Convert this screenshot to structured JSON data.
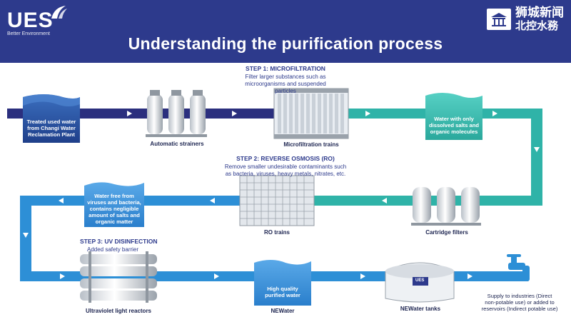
{
  "header": {
    "logo_text": "UES",
    "logo_tagline": "Better Environment",
    "partner_logo_line1": "狮城新闻",
    "partner_logo_line2": "北控水務",
    "title": "Understanding the purification process"
  },
  "steps": {
    "step1_title": "STEP 1: MICROFILTRATION",
    "step1_desc_line1": "Filter larger substances such as",
    "step1_desc_line2": "microorganisms and suspended particles",
    "step2_title": "STEP 2: REVERSE OSMOSIS (RO)",
    "step2_desc_line1": "Remove smaller undesirable contaminants such",
    "step2_desc_line2": "as bacteria, viruses, heavy metals, nitrates, etc.",
    "step3_title": "STEP 3: UV DISINFECTION",
    "step3_desc": "Added safety barrier"
  },
  "water_tanks": {
    "used_water_line1": "Treated used water",
    "used_water_line2": "from Changi Water",
    "used_water_line3": "Reclamation Plant",
    "salts_line1": "Water with only",
    "salts_line2": "dissolved salts and",
    "salts_line3": "organic molecules",
    "ro_out_line1": "Water free from",
    "ro_out_line2": "viruses and bacteria,",
    "ro_out_line3": "contains negligible",
    "ro_out_line4": "amount of salts and",
    "ro_out_line5": "organic matter",
    "newater_line1": "High quality",
    "newater_line2": "purified water"
  },
  "labels": {
    "automatic_strainers": "Automatic strainers",
    "microfiltration_trains": "Microfiltration trains",
    "ro_trains": "RO trains",
    "cartridge_filters": "Cartridge filters",
    "uv_reactors": "Ultraviolet light reactors",
    "newater": "NEWater",
    "newater_tanks": "NEWater tanks",
    "supply_line1": "Supply to industries (Direct",
    "supply_line2": "non-potable use) or added to",
    "supply_line3": "reservoirs (Indirect potable use)"
  },
  "tank_logo": "UES",
  "colors": {
    "header_bg": "#2d3a8c",
    "pipe_navy": "#2b2f7e",
    "pipe_teal": "#2fb3a8",
    "pipe_blue": "#2d8fd6",
    "water_navy": "#25428f",
    "water_teal": "#3cc0b4",
    "water_blue": "#3a8fd8",
    "text_dark": "#1c2450"
  },
  "icons": [
    "ues-swoosh-icon",
    "temple-icon",
    "flow-arrow-icon",
    "tap-icon"
  ]
}
